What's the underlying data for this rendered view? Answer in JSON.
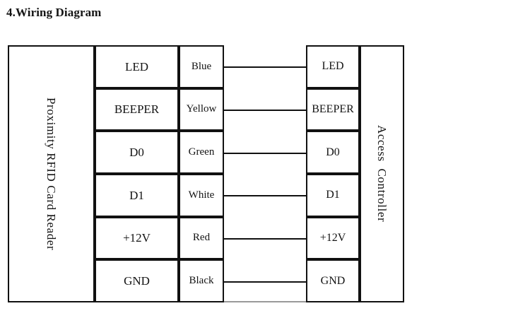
{
  "title": "4.Wiring Diagram",
  "diagram": {
    "left_device": {
      "label": "Proximity RFID Card Reader"
    },
    "right_device": {
      "label": "Access  Controller"
    },
    "rows": [
      {
        "left_signal": "LED",
        "wire_color": "Blue",
        "right_signal": "LED"
      },
      {
        "left_signal": "BEEPER",
        "wire_color": "Yellow",
        "right_signal": "BEEPER"
      },
      {
        "left_signal": "D0",
        "wire_color": "Green",
        "right_signal": "D0"
      },
      {
        "left_signal": "D1",
        "wire_color": "White",
        "right_signal": "D1"
      },
      {
        "left_signal": "+12V",
        "wire_color": "Red",
        "right_signal": "+12V"
      },
      {
        "left_signal": "GND",
        "wire_color": "Black",
        "right_signal": "GND"
      }
    ],
    "colors": {
      "line": "#111111",
      "text": "#141414",
      "background": "#ffffff",
      "gap_edge": "#9a9a9a"
    }
  }
}
